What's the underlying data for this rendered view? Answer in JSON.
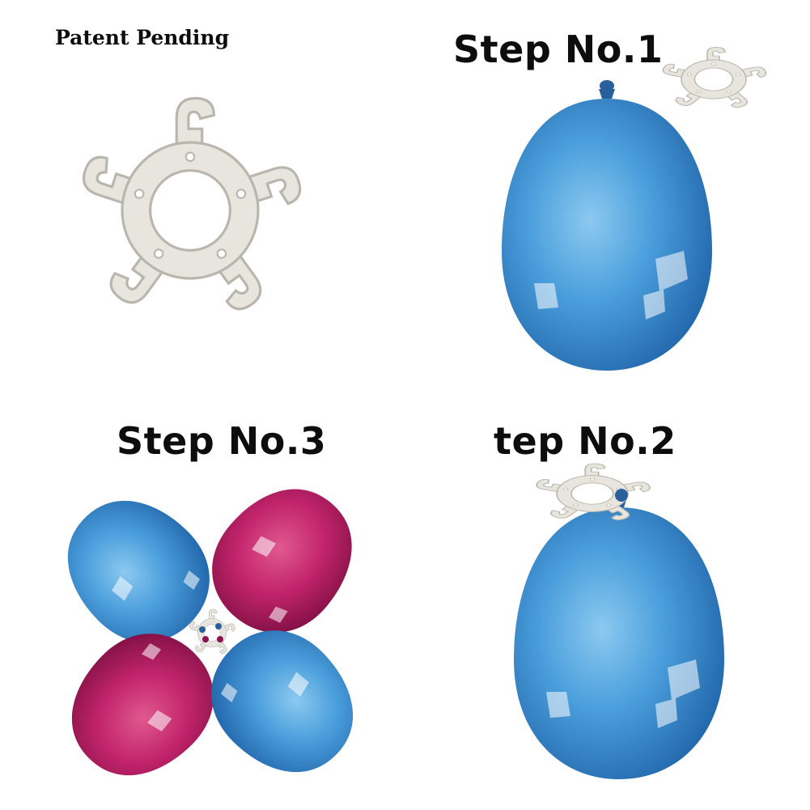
{
  "labels": {
    "patent": "Patent Pending",
    "step1": "Step No.1",
    "step3": "Step No.3",
    "step2": "tep No.2"
  },
  "colors": {
    "background": "#ffffff",
    "text": "#0d0d0d",
    "clip": "#e7e5dd",
    "clip_edge": "#b9b6ad",
    "balloon_blue": "#4a9bd8",
    "balloon_pink": "#c2246b"
  },
  "icons": {
    "clip": "balloon-clip-icon",
    "balloon_blue": "blue-balloon-icon",
    "balloon_pink": "pink-balloon-icon"
  }
}
